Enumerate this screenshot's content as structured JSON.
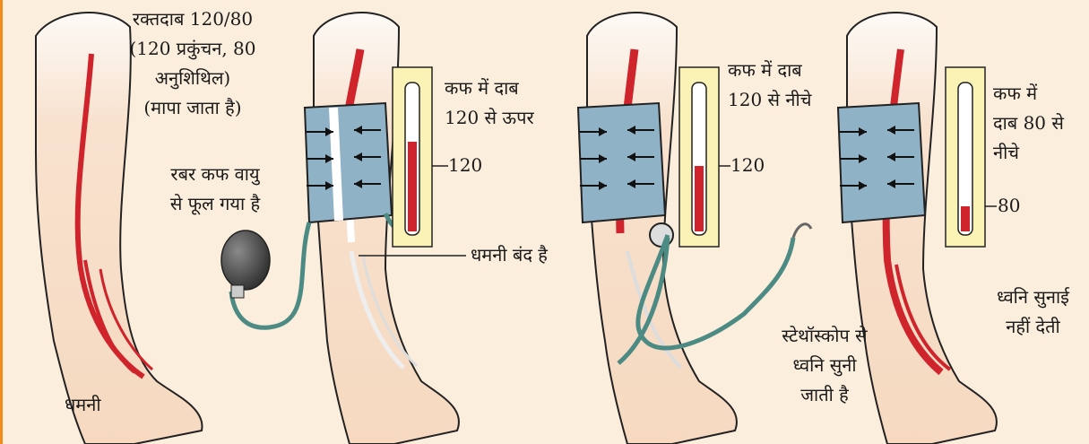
{
  "panel1": {
    "lines": [
      "रक्तदाब 120/80",
      "(120 प्रकुंचन, 80",
      "अनुशिथिल)",
      "(मापा जाता है)"
    ],
    "artery": "धमनी"
  },
  "panel2": {
    "cuff_text": [
      "कफ में दाब",
      "120 से ऊपर"
    ],
    "bulb_text": [
      "रबर कफ वायु",
      "से फूल गया है"
    ],
    "gauge_mark": "120",
    "closed_artery": "धमनी बंद है"
  },
  "panel3": {
    "cuff_text": [
      "कफ में दाब",
      "120 से नीचे"
    ],
    "gauge_mark": "120",
    "steth_text": [
      "स्टेथॉस्कोप से",
      "ध्वनि सुनी",
      "जाती है"
    ]
  },
  "panel4": {
    "cuff_text": [
      "कफ में",
      "दाब 80 से",
      "नीचे"
    ],
    "gauge_mark": "80",
    "sound_text": [
      "ध्वनि सुनाई",
      "नहीं देती"
    ]
  },
  "colors": {
    "background": "#fbeedd",
    "skin": "#f7dcc5",
    "artery": "#d0242c",
    "cuff": "#8fb2c6",
    "tube": "#4c8a84",
    "bulb": "#404040",
    "gauge_frame": "#fbf2b5",
    "accent_edge": "#f08a18"
  }
}
